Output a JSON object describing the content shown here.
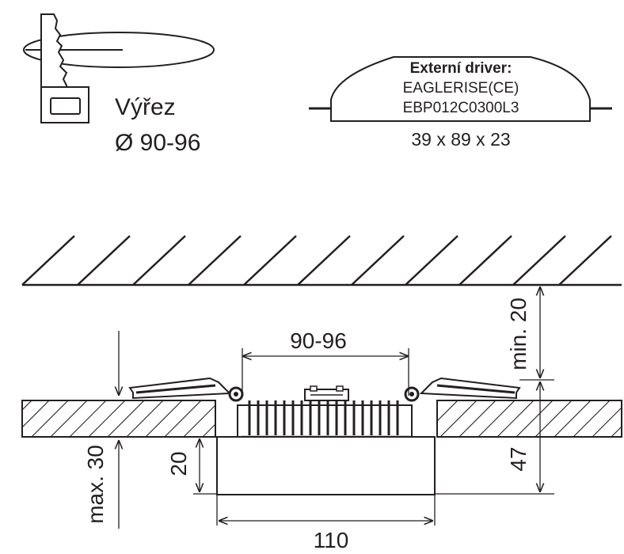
{
  "cutout": {
    "label": "Výřez",
    "diameter": "Ø 90-96"
  },
  "driver": {
    "title": "Externí driver:",
    "brand": "EAGLERISE(CE)",
    "model": "EBP012C0300L3",
    "size": "39 x 89 x 23"
  },
  "dimensions": {
    "cutout_width": "90-96",
    "min_clearance": "min. 20",
    "visible_height": "20",
    "total_height": "47",
    "max_ceiling": "max. 30",
    "outer_diameter": "110"
  }
}
